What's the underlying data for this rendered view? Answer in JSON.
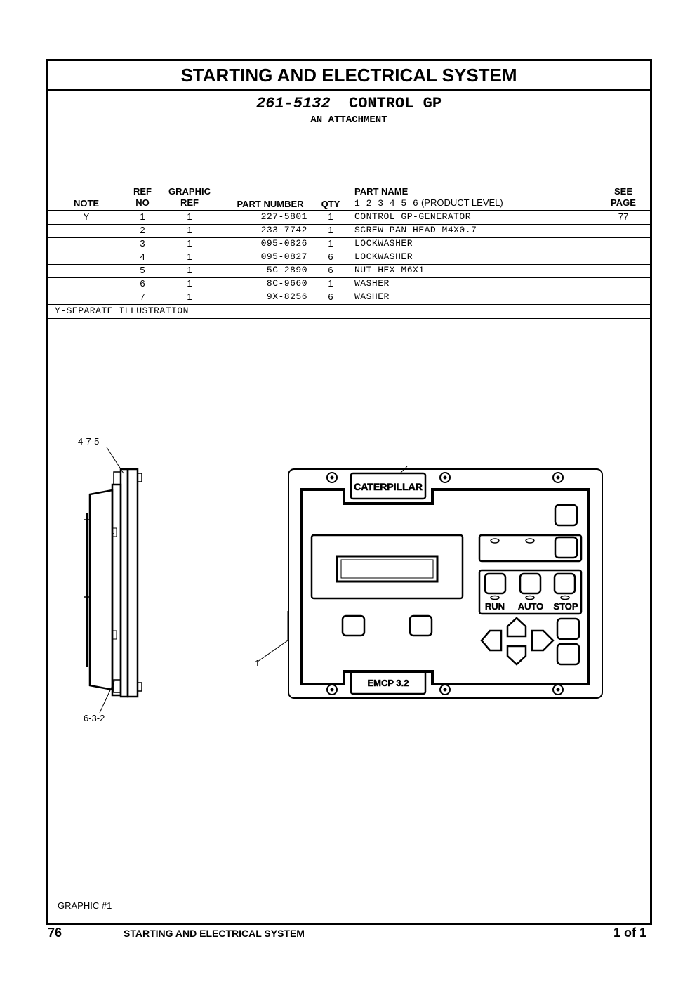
{
  "header": {
    "title": "STARTING AND ELECTRICAL SYSTEM",
    "part_group_number": "261-5132",
    "part_group_name": "CONTROL GP",
    "subtitle": "AN ATTACHMENT"
  },
  "table": {
    "columns": {
      "note": "NOTE",
      "ref_no_1": "REF",
      "ref_no_2": "NO",
      "graphic_ref_1": "GRAPHIC",
      "graphic_ref_2": "REF",
      "part_number": "PART NUMBER",
      "qty": "QTY",
      "part_name": "PART NAME",
      "product_level_digits": "1 2 3 4 5 6",
      "product_level": "(PRODUCT LEVEL)",
      "see_page_1": "SEE",
      "see_page_2": "PAGE"
    },
    "rows": [
      {
        "note": "Y",
        "ref_no": "1",
        "graphic_ref": "1",
        "part_number": "227-5801",
        "qty": "1",
        "part_name": "CONTROL GP-GENERATOR",
        "see_page": "77"
      },
      {
        "note": "",
        "ref_no": "2",
        "graphic_ref": "1",
        "part_number": "233-7742",
        "qty": "1",
        "part_name": "SCREW-PAN HEAD M4X0.7",
        "see_page": ""
      },
      {
        "note": "",
        "ref_no": "3",
        "graphic_ref": "1",
        "part_number": "095-0826",
        "qty": "1",
        "part_name": "LOCKWASHER",
        "see_page": ""
      },
      {
        "note": "",
        "ref_no": "4",
        "graphic_ref": "1",
        "part_number": "095-0827",
        "qty": "6",
        "part_name": "LOCKWASHER",
        "see_page": ""
      },
      {
        "note": "",
        "ref_no": "5",
        "graphic_ref": "1",
        "part_number": "5C-2890",
        "qty": "6",
        "part_name": "NUT-HEX M6X1",
        "see_page": ""
      },
      {
        "note": "",
        "ref_no": "6",
        "graphic_ref": "1",
        "part_number": "8C-9660",
        "qty": "1",
        "part_name": "WASHER",
        "see_page": ""
      },
      {
        "note": "",
        "ref_no": "7",
        "graphic_ref": "1",
        "part_number": "9X-8256",
        "qty": "6",
        "part_name": "WASHER",
        "see_page": ""
      }
    ],
    "footnote": "Y-SEPARATE ILLUSTRATION"
  },
  "illustration": {
    "callout_top": "4-7-5",
    "callout_bottom": "6-3-2",
    "callout_main": "1",
    "brand_label": "CATERPILLAR",
    "model_label": "EMCP 3.2",
    "button_run": "RUN",
    "button_auto": "AUTO",
    "button_stop": "STOP",
    "graphic_label": "GRAPHIC #1"
  },
  "footer": {
    "page_number": "76",
    "section": "STARTING AND ELECTRICAL SYSTEM",
    "page_of": "1 of 1"
  }
}
